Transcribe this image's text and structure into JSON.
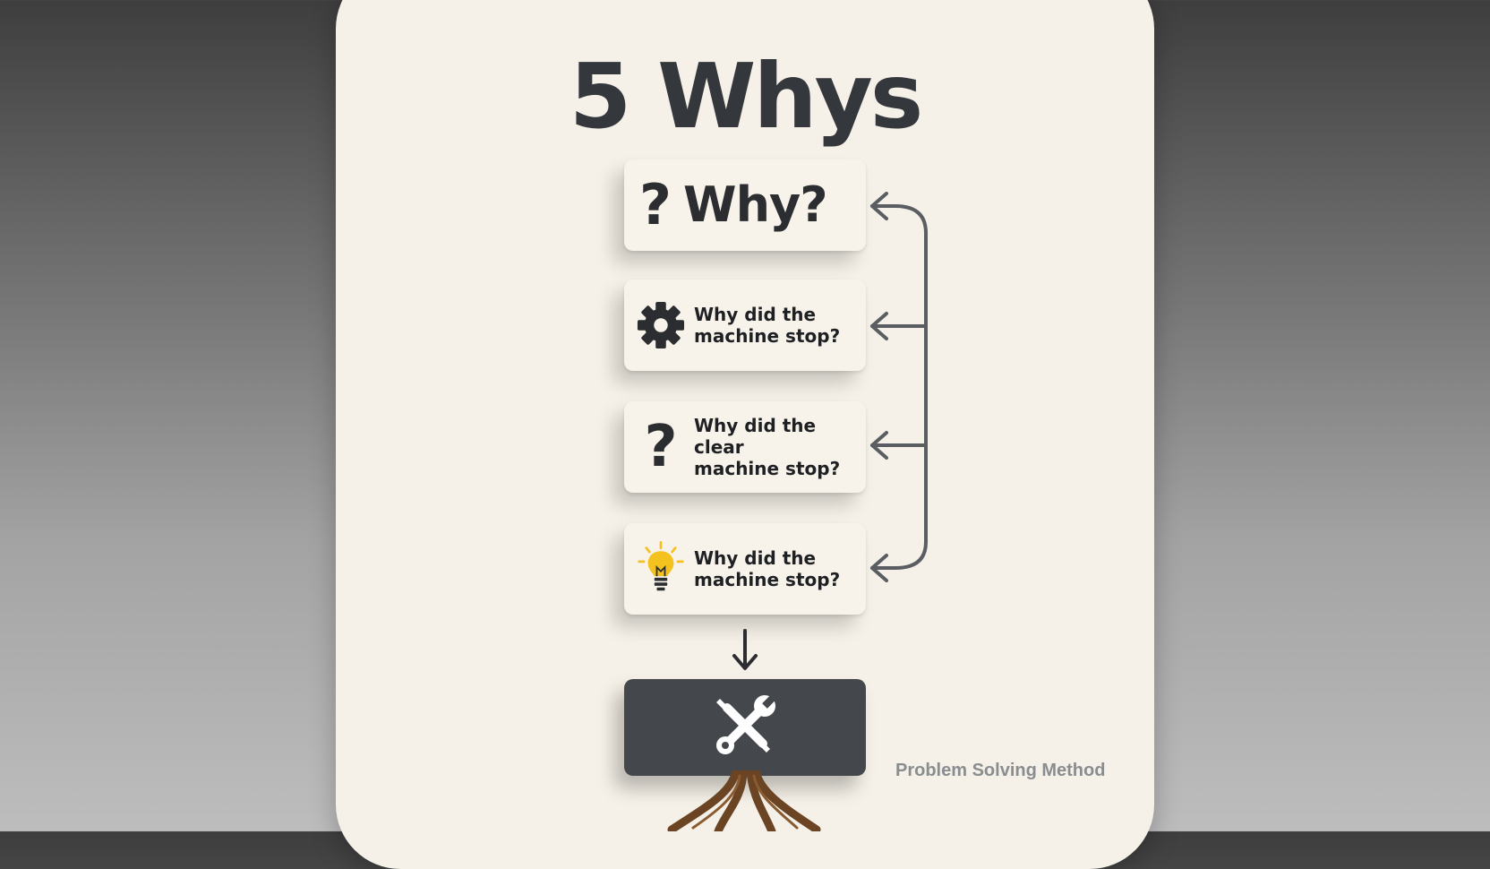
{
  "title": "5 Whys",
  "steps": [
    {
      "icon": "question-mark-icon",
      "label": "Why?"
    },
    {
      "icon": "gear-icon",
      "label": "Why did the\nmachine stop?"
    },
    {
      "icon": "question-mark-icon",
      "label": "Why did the clear\nmachine stop?"
    },
    {
      "icon": "lightbulb-icon",
      "label": "Why did the\nmachine stop?"
    }
  ],
  "root_cause": {
    "icon": "wrench-screwdriver-icon"
  },
  "footer": {
    "label": "Problem Solving Method"
  },
  "colors": {
    "background": "#f5f1e8",
    "text_dark": "#2b2d30",
    "arrow": "#5a5d61",
    "root_box": "#44474b",
    "bulb": "#f4c21f",
    "roots": "#6b4423"
  }
}
